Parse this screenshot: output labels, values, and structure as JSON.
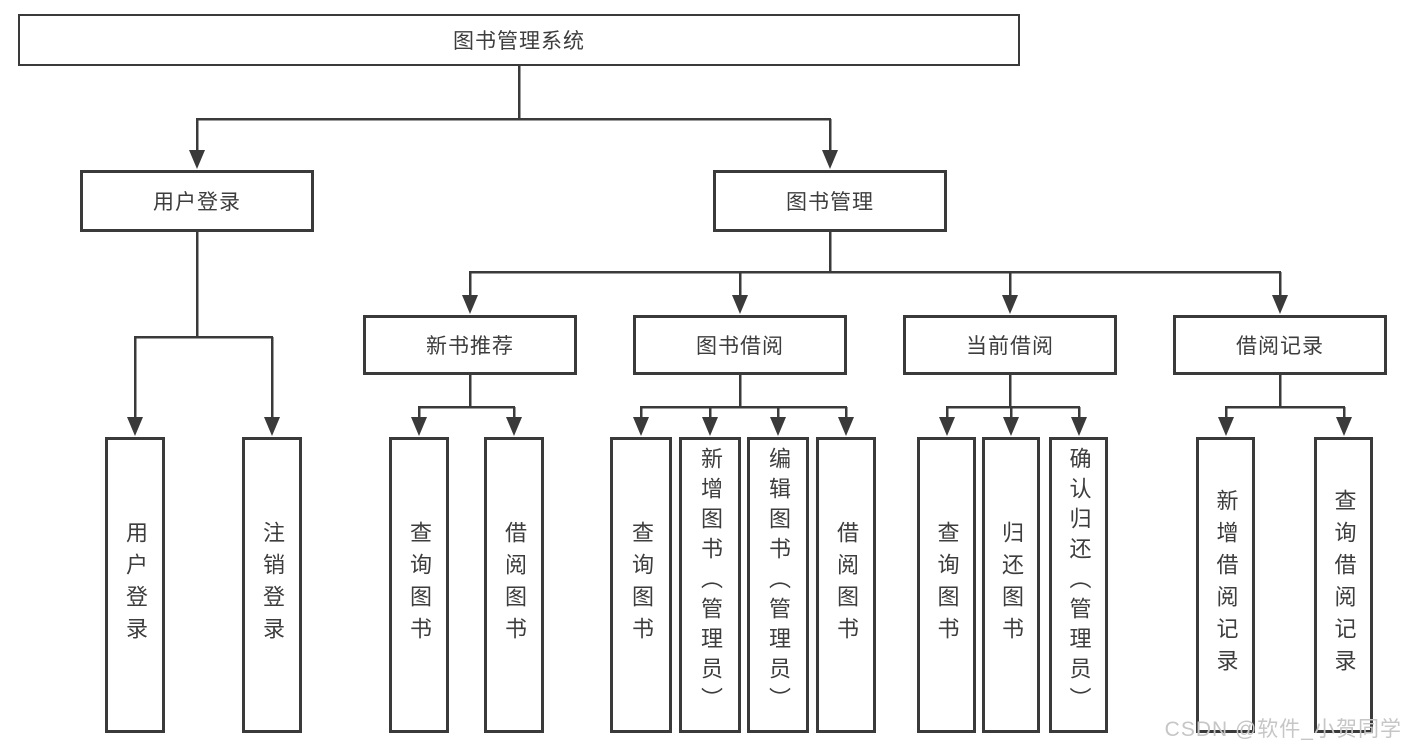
{
  "diagram": {
    "title": "图书管理系统",
    "root": {
      "label": "图书管理系统"
    },
    "level2": [
      {
        "label": "用户登录"
      },
      {
        "label": "图书管理"
      }
    ],
    "level3": [
      {
        "label": "新书推荐"
      },
      {
        "label": "图书借阅"
      },
      {
        "label": "当前借阅"
      },
      {
        "label": "借阅记录"
      }
    ],
    "leaves": {
      "user_login": [
        {
          "label": "用户登录"
        },
        {
          "label": "注销登录"
        }
      ],
      "new_books": [
        {
          "label": "查询图书"
        },
        {
          "label": "借阅图书"
        }
      ],
      "book_borrow": [
        {
          "label": "查询图书"
        },
        {
          "label": "新增图书（管理员）"
        },
        {
          "label": "编辑图书（管理员）"
        },
        {
          "label": "借阅图书"
        }
      ],
      "current_borrow": [
        {
          "label": "查询图书"
        },
        {
          "label": "归还图书"
        },
        {
          "label": "确认归还（管理员）"
        }
      ],
      "borrow_records": [
        {
          "label": "新增借阅记录"
        },
        {
          "label": "查询借阅记录"
        }
      ]
    }
  },
  "watermark": {
    "text": "CSDN @软件_小贺同学",
    "color": "#c6c6c6"
  },
  "colors": {
    "background": "#ffffff",
    "line": "#3a3a3a",
    "box_border": "#3a3a3a",
    "text": "#3d3d3d"
  }
}
